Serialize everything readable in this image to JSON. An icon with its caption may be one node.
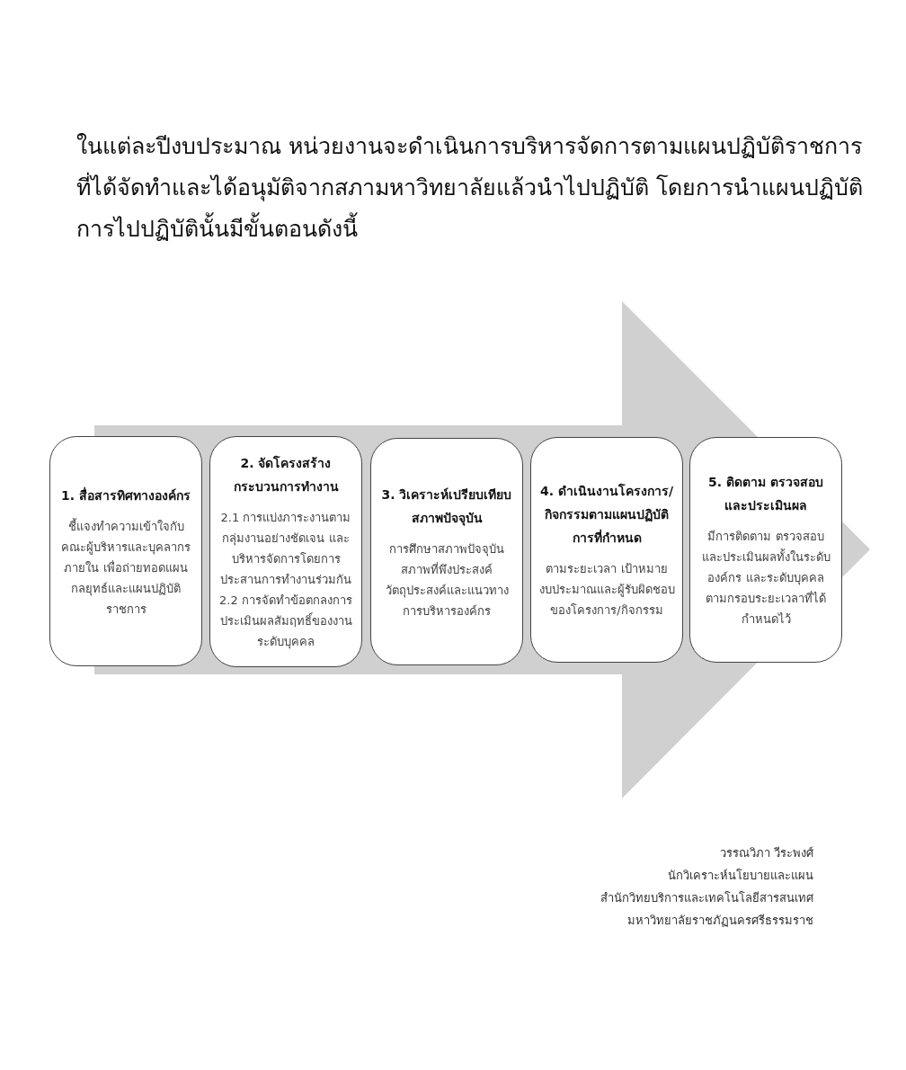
{
  "diagram": {
    "title": "ในแต่ละปีงบประมาณ หน่วยงานจะดำเนินการบริหารจัดการตามแผนปฏิบัติราชการที่ได้จัดทำและได้อนุมัติจากสภามหาวิทยาลัยแล้วนำไปปฏิบัติ โดยการนำแผนปฏิบัติการไปปฏิบัตินั้นมีขั้นตอนดังนี้",
    "nodes": [
      {
        "text": [
          "1. สื่อสารทิศทางองค์กร",
          "ชี้แจงทำความเข้าใจกับคณะผู้บริหารและบุคลากรภายใน เพื่อถ่ายทอดแผนกลยุทธ์และแผนปฏิบัติราชการ"
        ]
      },
      {
        "text": [
          "2. จัดโครงสร้างกระบวนการทำงาน",
          "2.1 การแบ่งภาระงานตามกลุ่มงานอย่างชัดเจน และบริหารจัดการโดยการประสานการทำงานร่วมกัน",
          "2.2 การจัดทำข้อตกลงการประเมินผลสัมฤทธิ์ของงานระดับบุคคล"
        ]
      },
      {
        "text": [
          "3. วิเคราะห์เปรียบเทียบสภาพปัจจุบัน",
          "การศึกษาสภาพปัจจุบันสภาพที่พึงประสงค์วัตถุประสงค์และแนวทางการบริหารองค์กร"
        ]
      },
      {
        "text": [
          "4. ดำเนินงานโครงการ/กิจกรรมตามแผนปฏิบัติการที่กำหนด",
          "ตามระยะเวลา เป้าหมาย งบประมาณและผู้รับผิดชอบของโครงการ/กิจกรรม"
        ]
      },
      {
        "text": [
          "5. ติดตาม ตรวจสอบและประเมินผล",
          "มีการติดตาม ตรวจสอบและประเมินผลทั้งในระดับองค์กร และระดับบุคคลตามกรอบระยะเวลาที่ได้กำหนดไว้"
        ]
      }
    ],
    "edges": [
      {
        "from": 0,
        "to": 4,
        "arrow": "to"
      }
    ],
    "labels": [
      "วรรณวิภา วีระพงศ์",
      "นักวิเคราะห์นโยบายและแผน",
      "สำนักวิทยบริการและเทคโนโลยีสารสนเทศ",
      "มหาวิทยาลัยราชภัฏนครศรีธรรมราช"
    ]
  }
}
